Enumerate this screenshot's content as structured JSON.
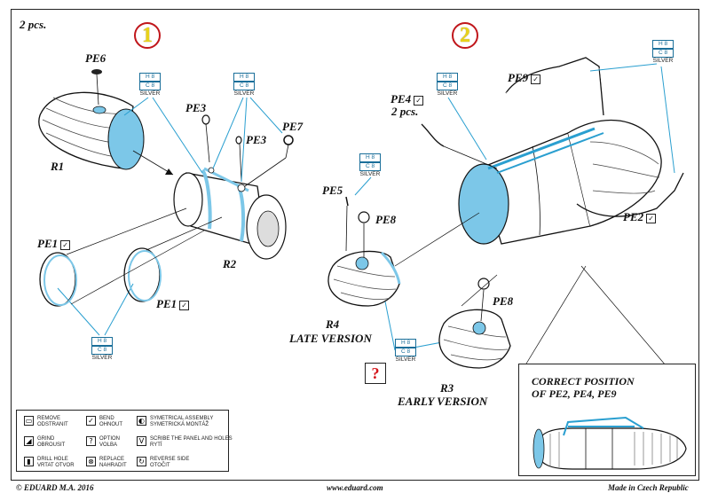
{
  "sheet": {
    "quantity": "2 pcs.",
    "step1": "1",
    "step2": "2"
  },
  "paint": {
    "h": "H 8",
    "c": "C 8",
    "name": "SILVER"
  },
  "labels": {
    "pe6": "PE6",
    "r1": "R1",
    "pe3a": "PE3",
    "pe3b": "PE3",
    "pe7": "PE7",
    "r2": "R2",
    "pe1a": "PE1",
    "pe1b": "PE1",
    "pe9": "PE9",
    "pe4": "PE4",
    "pe4_qty": "2 pcs.",
    "pe5": "PE5",
    "pe8a": "PE8",
    "pe8b": "PE8",
    "r4": "R4",
    "r4_version": "LATE VERSION",
    "r3": "R3",
    "r3_version": "EARLY VERSION",
    "pe2": "PE2",
    "option_mark": "?"
  },
  "inset": {
    "title_line1": "CORRECT POSITION",
    "title_line2": "OF PE2, PE4, PE9"
  },
  "legend": {
    "remove": [
      "REMOVE",
      "ODSTRANIT"
    ],
    "bend": [
      "BEND",
      "OHNOUT"
    ],
    "symmetrical": [
      "SYMETRICAL ASSEMBLY",
      "SYMETRICKÁ MONTÁŽ"
    ],
    "grind": [
      "GRIND",
      "OBROUSIT"
    ],
    "option": [
      "OPTION",
      "VOLBA"
    ],
    "scribe": [
      "SCRIBE THE PANEL AND HOLES",
      "RYTÍ"
    ],
    "drill": [
      "DRILL HOLE",
      "VRTAT OTVOR"
    ],
    "replace": [
      "REPLACE",
      "NAHRADIT"
    ],
    "reverse": [
      "REVERSE SIDE",
      "OTOČIT"
    ]
  },
  "footer": {
    "copyright": "© EDUARD  M.A. 2016",
    "website": "www.eduard.com",
    "made_in": "Made in Czech Republic"
  },
  "colors": {
    "accent_blue": "#7cc7e8",
    "leader_blue": "#2a9fd0",
    "step_ring": "#c0161b",
    "step_digit": "#e8d21a",
    "option_red": "#d4141a"
  }
}
